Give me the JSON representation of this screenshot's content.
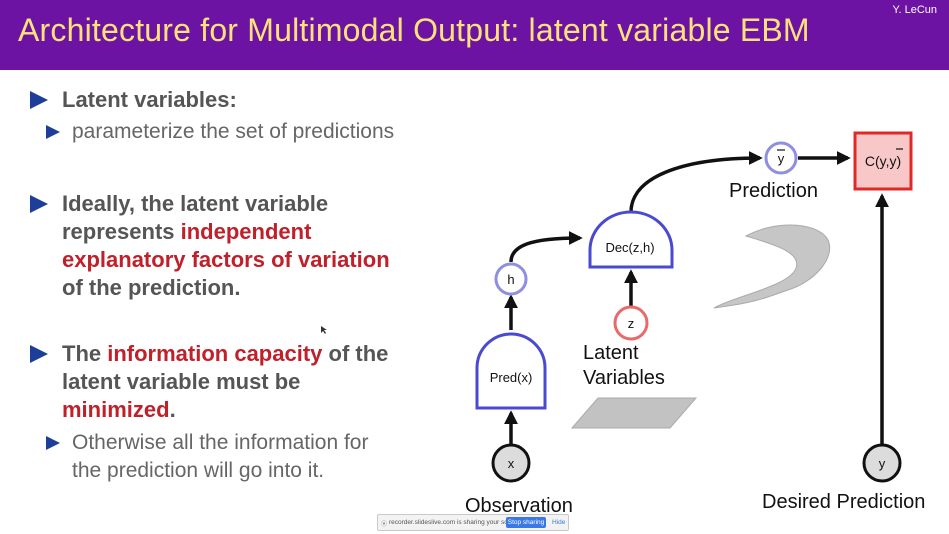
{
  "header": {
    "title": "Architecture for Multimodal Output: latent variable EBM",
    "author": "Y. LeCun"
  },
  "bullets": {
    "b1_title": "Latent variables:",
    "b1_sub": "parameterize the set of predictions",
    "b2_a": "Ideally, the latent variable",
    "b2_b": "represents ",
    "b2_red1": "independent",
    "b2_red2": "explanatory factors of variation",
    "b2_c": "of the prediction.",
    "b3_a": "The ",
    "b3_red1": "information capacity",
    "b3_b": " of the",
    "b3_c": "latent variable must be",
    "b3_red2": "minimized",
    "b3_d": ".",
    "b3_sub1": "Otherwise all the information for",
    "b3_sub2": "the prediction will go into it."
  },
  "diagram": {
    "x_node": "x",
    "h_node": "h",
    "z_node": "z",
    "y_node": "y",
    "ybar_node": "y",
    "pred_block": "Pred(x)",
    "dec_block": "Dec(z,h)",
    "cost_block": "C(y,y)",
    "observation_label": "Observation",
    "latent_label_1": "Latent",
    "latent_label_2": "Variables",
    "prediction_label": "Prediction",
    "desired_label": "Desired Prediction",
    "colors": {
      "block_stroke": "#4a4ad0",
      "z_stroke": "#e03a3a",
      "cost_fill": "#f8c8c8",
      "cost_stroke": "#e02828",
      "node_fill": "#dcdcdc",
      "accent_red": "#c0202a",
      "title_bg": "#6c13a4",
      "title_fg": "#ffe27a"
    }
  },
  "share_bar": {
    "text": "recorder.slideslive.com is sharing your screen.",
    "stop": "Stop sharing",
    "hide": "Hide"
  }
}
